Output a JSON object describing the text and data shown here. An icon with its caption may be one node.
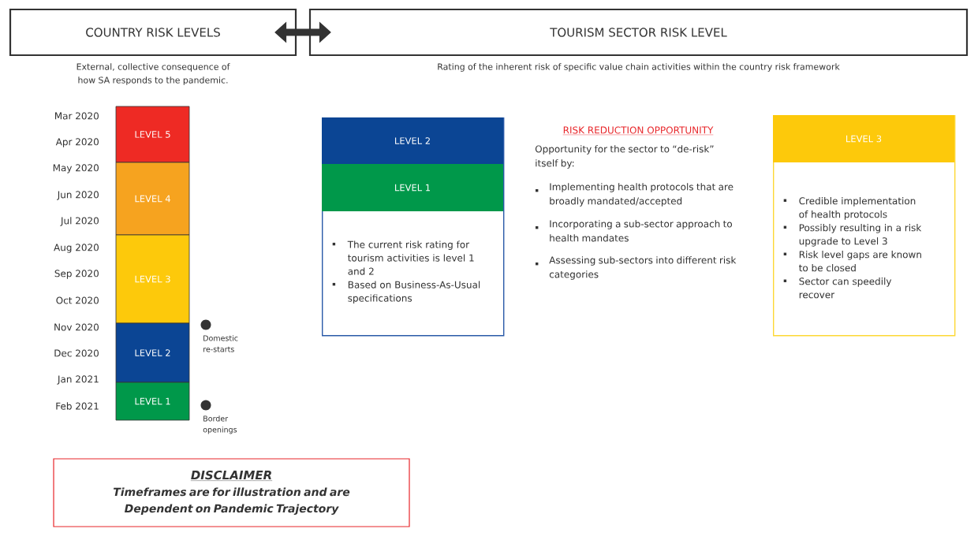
{
  "diagram": {
    "nodes": [
      {
        "text": [
          "COUNTRY RISK LEVELS"
        ],
        "beside": [
          "External, collective consequence of how SA responds to the pandemic."
        ]
      },
      {
        "text": [
          "TOURISM SECTOR RISK LEVEL"
        ],
        "beside": [
          "Rating of the inherent risk of specific value chain activities within the country risk framework"
        ]
      },
      {
        "text": [
          "LEVEL 5"
        ]
      },
      {
        "text": [
          "LEVEL 4"
        ]
      },
      {
        "text": [
          "LEVEL 3"
        ]
      },
      {
        "text": [
          "LEVEL 2"
        ]
      },
      {
        "text": [
          "LEVEL 1"
        ]
      },
      {
        "text": [
          "The current risk rating for tourism activities is level 1 and 2",
          "Based on Business-As-Usual specifications"
        ]
      },
      {
        "text": [
          "LEVEL 2"
        ],
        "in": 7
      },
      {
        "text": [
          "LEVEL 1"
        ],
        "in": 7
      },
      {
        "text": [
          "Credible implementation of health protocols",
          "Possibly resulting in a risk upgrade to Level 3",
          "Risk level gaps are known to be closed",
          "Sector can speedily recover"
        ]
      },
      {
        "text": [
          "LEVEL 3"
        ],
        "in": 10
      },
      {
        "text": [
          "DISCLAIMER",
          "Timeframes are for illustration and are Dependent on Pandemic Trajectory"
        ]
      }
    ],
    "edges": [
      {
        "from": 0,
        "to": 1,
        "arrow": "both"
      }
    ],
    "labels": [
      "Mar 2020",
      "Apr 2020",
      "May 2020",
      "Jun 2020",
      "Jul 2020",
      "Aug 2020",
      "Sep 2020",
      "Oct 2020",
      "Nov 2020",
      "Dec 2020",
      "Jan 2021",
      "Feb 2021",
      "Domestic re-starts",
      "Border openings",
      "RISK REDUCTION OPPORTUNITY",
      "Opportunity for the sector to “de-risk” itself by:",
      "Implementing health protocols that are broadly mandated/accepted",
      "Incorporating a sub-sector approach to health mandates",
      "Assessing sub-sectors into different risk categories"
    ]
  }
}
